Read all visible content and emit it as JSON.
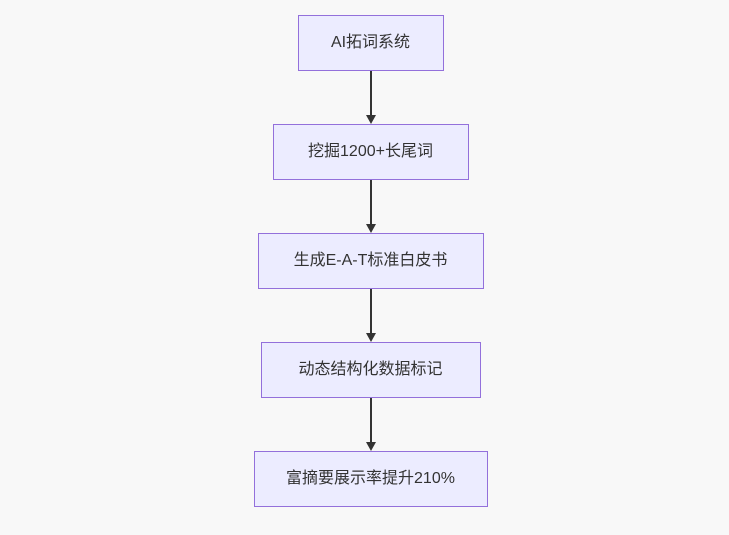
{
  "flowchart": {
    "type": "flowchart",
    "direction": "top-down",
    "nodes": [
      {
        "label": "AI拓词系统"
      },
      {
        "label": "挖掘1200+长尾词"
      },
      {
        "label": "生成E-A-T标准白皮书"
      },
      {
        "label": "动态结构化数据标记"
      },
      {
        "label": "富摘要展示率提升210%"
      }
    ],
    "edges": [
      {
        "from_index": 0,
        "to_index": 1,
        "style": "arrow-down"
      },
      {
        "from_index": 1,
        "to_index": 2,
        "style": "arrow-down"
      },
      {
        "from_index": 2,
        "to_index": 3,
        "style": "arrow-down"
      },
      {
        "from_index": 3,
        "to_index": 4,
        "style": "arrow-down"
      }
    ],
    "colors": {
      "node_fill": "#ECECFF",
      "node_border": "#9370DB",
      "node_text": "#333333",
      "arrow": "#333333",
      "background": "#F8F8F8"
    }
  }
}
